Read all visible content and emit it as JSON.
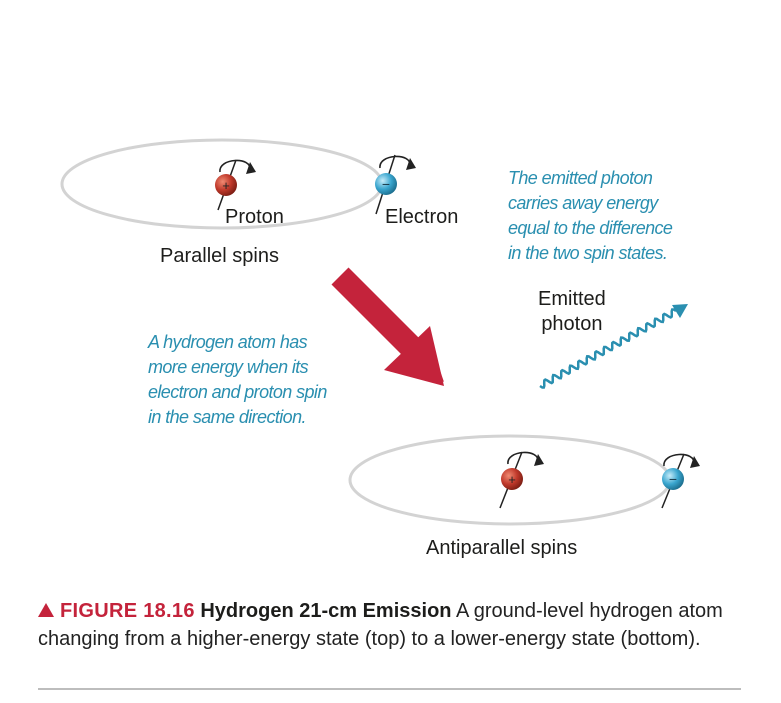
{
  "diagram": {
    "top_state": {
      "proton_label": "Proton",
      "electron_label": "Electron",
      "caption": "Parallel spins"
    },
    "bottom_state": {
      "caption": "Antiparallel spins"
    },
    "photon_note": [
      "The emitted photon",
      "carries away energy",
      "equal to the difference",
      "in the two spin states."
    ],
    "energy_note": [
      "A hydrogen atom has",
      "more energy when its",
      "electron and proton spin",
      "in the same direction."
    ],
    "photon_label": [
      "Emitted",
      "photon"
    ],
    "proton_sign": "+",
    "electron_sign": "−",
    "colors": {
      "proton": "#c0392b",
      "electron": "#3aa6cf",
      "arrow": "#c4233b",
      "photon": "#2a8fb0",
      "note_text": "#2a8fb0",
      "orbit": "#d0d0d0"
    }
  },
  "caption": {
    "figure_number": "FIGURE 18.16",
    "title": "Hydrogen 21-cm Emission",
    "text": "A ground-level hydrogen atom changing from a higher-energy state (top) to a lower-energy state (bottom)."
  }
}
